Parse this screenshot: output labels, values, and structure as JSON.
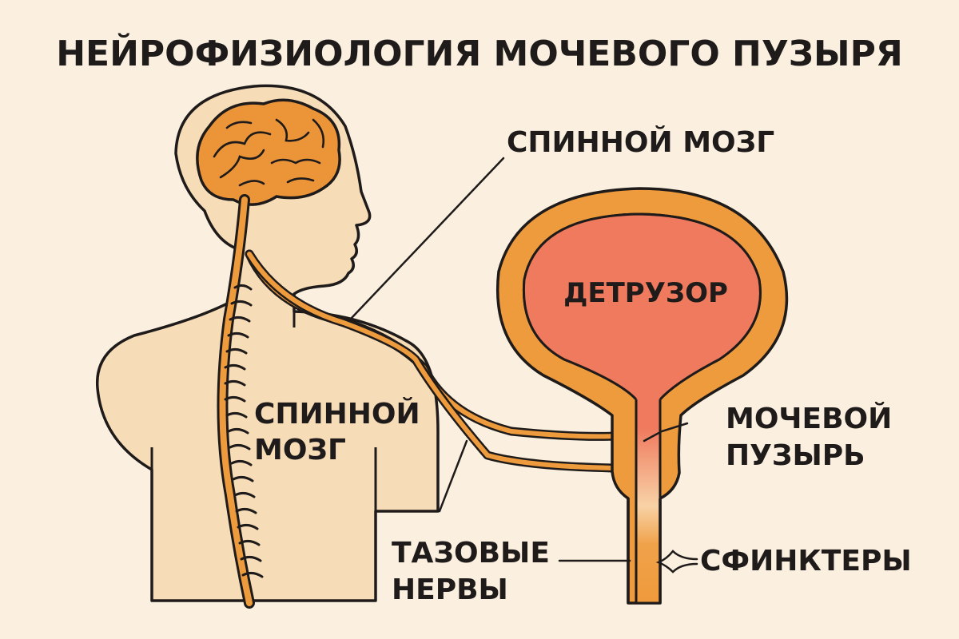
{
  "title": "НЕЙРОФИЗИОЛОГИЯ МОЧЕВОГО ПУЗЫРЯ",
  "labels": {
    "spinal_cord_top": "СПИННОЙ МОЗГ",
    "spinal_cord_body_1": "СПИННОЙ",
    "spinal_cord_body_2": "МОЗГ",
    "detrusor": "ДЕТРУЗОР",
    "bladder_1": "МОЧЕВОЙ",
    "bladder_2": "ПУЗЫРЬ",
    "pelvic_nerves_1": "ТАЗОВЫЕ",
    "pelvic_nerves_2": "НЕРВЫ",
    "sphincters": "СФИНКТЕРЫ"
  },
  "colors": {
    "background": "#fbf0e0",
    "skin": "#f7dcb8",
    "brain": "#ec9438",
    "nerve": "#ee9b3e",
    "bladder_wall": "#ee9b3e",
    "detrusor": "#ef7a5e",
    "outline": "#1e1b1a"
  }
}
